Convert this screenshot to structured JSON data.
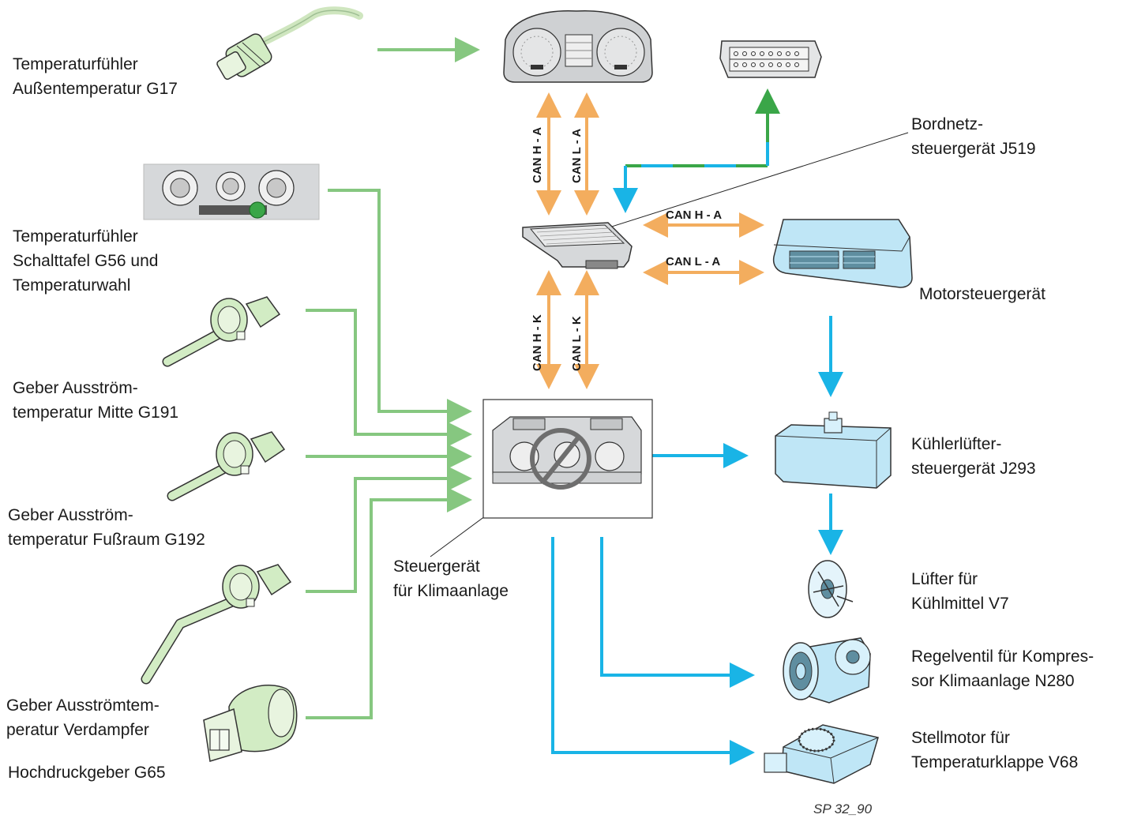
{
  "labels": {
    "g17": [
      "Temperaturfühler",
      "Außentemperatur G17"
    ],
    "g56": [
      "Temperaturfühler",
      "Schalttafel G56 und",
      "Temperaturwahl"
    ],
    "g191": [
      "Geber Ausström-",
      "temperatur Mitte G191"
    ],
    "g192": [
      "Geber Ausström-",
      "temperatur Fußraum G192"
    ],
    "verdampfer": [
      "Geber Ausströmtem-",
      "peratur Verdampfer"
    ],
    "g65": [
      "Hochdruckgeber G65"
    ],
    "j519": [
      "Bordnetz-",
      "steuergerät J519"
    ],
    "motor": [
      "Motorsteuergerät"
    ],
    "klima": [
      "Steuergerät",
      "für Klimaanlage"
    ],
    "j293": [
      "Kühlerlüfter-",
      "steuergerät J293"
    ],
    "v7": [
      "Lüfter für",
      "Kühlmittel V7"
    ],
    "n280": [
      "Regelventil für Kompres-",
      "sor Klimaanlage N280"
    ],
    "v68": [
      "Stellmotor für",
      "Temperaturklappe V68"
    ]
  },
  "bus_labels": {
    "can_h_a_vertical": "CAN H - A",
    "can_l_a_vertical": "CAN L - A",
    "can_h_a_horizontal": "CAN H - A",
    "can_l_a_horizontal": "CAN L - A",
    "can_h_k": "CAN H - K",
    "can_l_k": "CAN L - K"
  },
  "figure_id": "SP 32_90",
  "colors": {
    "input_signal": "#86c780",
    "can_bus": "#f3ad5e",
    "output_signal": "#19b4e6",
    "diagnosis_line": "#3aa648",
    "component_blue": "#bfe6f6",
    "component_green": "#d2ecc4",
    "component_grey": "#cfd1d3"
  }
}
